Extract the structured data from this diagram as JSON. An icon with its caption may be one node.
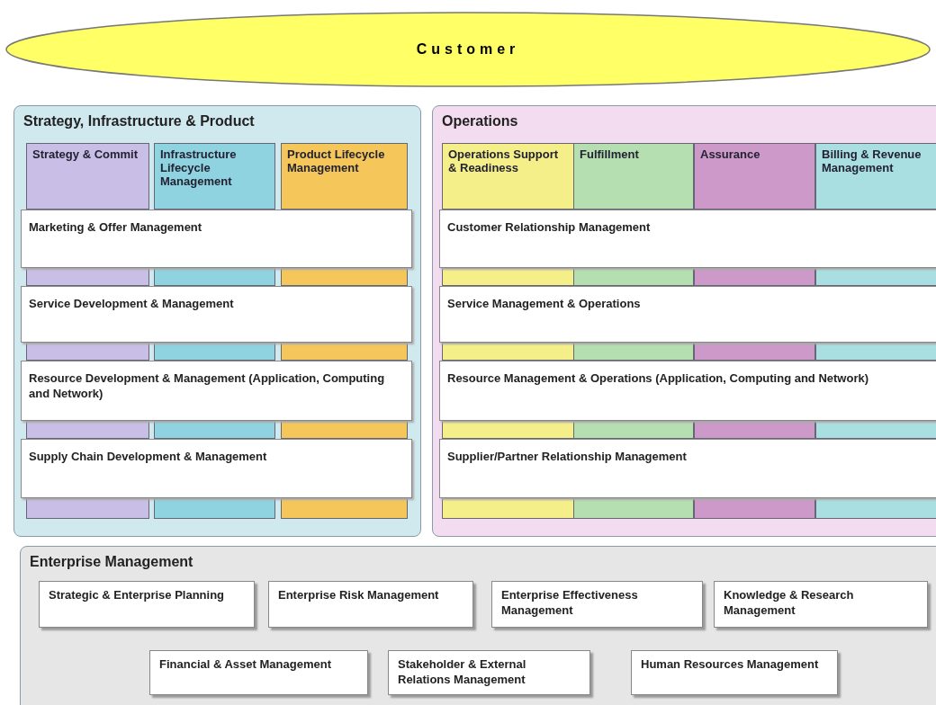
{
  "diagram": {
    "nodes": [
      {
        "text": [
          "Customer"
        ]
      },
      {
        "text": [
          "Strategy, Infrastructure & Product"
        ]
      },
      {
        "text": [
          "Strategy & Commit"
        ],
        "in": 1
      },
      {
        "text": [
          "Infrastructure Lifecycle Management"
        ],
        "in": 1
      },
      {
        "text": [
          "Product Lifecycle Management"
        ],
        "in": 1
      },
      {
        "text": [
          "Marketing & Offer Management"
        ],
        "in": 1
      },
      {
        "text": [
          "Service Development & Management"
        ],
        "in": 1
      },
      {
        "text": [
          "Resource Development & Management (Application, Computing and Network)"
        ],
        "in": 1
      },
      {
        "text": [
          "Supply Chain Development & Management"
        ],
        "in": 1
      },
      {
        "text": [
          "Operations"
        ]
      },
      {
        "text": [
          "Operations Support & Readiness"
        ],
        "in": 9
      },
      {
        "text": [
          "Fulfillment"
        ],
        "in": 9
      },
      {
        "text": [
          "Assurance"
        ],
        "in": 9
      },
      {
        "text": [
          "Billing & Revenue Management"
        ],
        "in": 9
      },
      {
        "text": [
          "Customer Relationship Management"
        ],
        "in": 9
      },
      {
        "text": [
          "Service Management & Operations"
        ],
        "in": 9
      },
      {
        "text": [
          "Resource Management & Operations (Application, Computing and Network)"
        ],
        "in": 9
      },
      {
        "text": [
          "Supplier/Partner Relationship Management"
        ],
        "in": 9
      },
      {
        "text": [
          "Enterprise Management"
        ]
      },
      {
        "text": [
          "Strategic & Enterprise Planning"
        ],
        "in": 18
      },
      {
        "text": [
          "Enterprise Risk Management"
        ],
        "in": 18
      },
      {
        "text": [
          "Enterprise Effectiveness Management"
        ],
        "in": 18
      },
      {
        "text": [
          "Knowledge & Research Management"
        ],
        "in": 18
      },
      {
        "text": [
          "Financial & Asset Management"
        ],
        "in": 18
      },
      {
        "text": [
          "Stakeholder & External Relations Management"
        ],
        "in": 18
      },
      {
        "text": [
          "Human Resources Management"
        ],
        "in": 18
      }
    ],
    "edges": []
  }
}
